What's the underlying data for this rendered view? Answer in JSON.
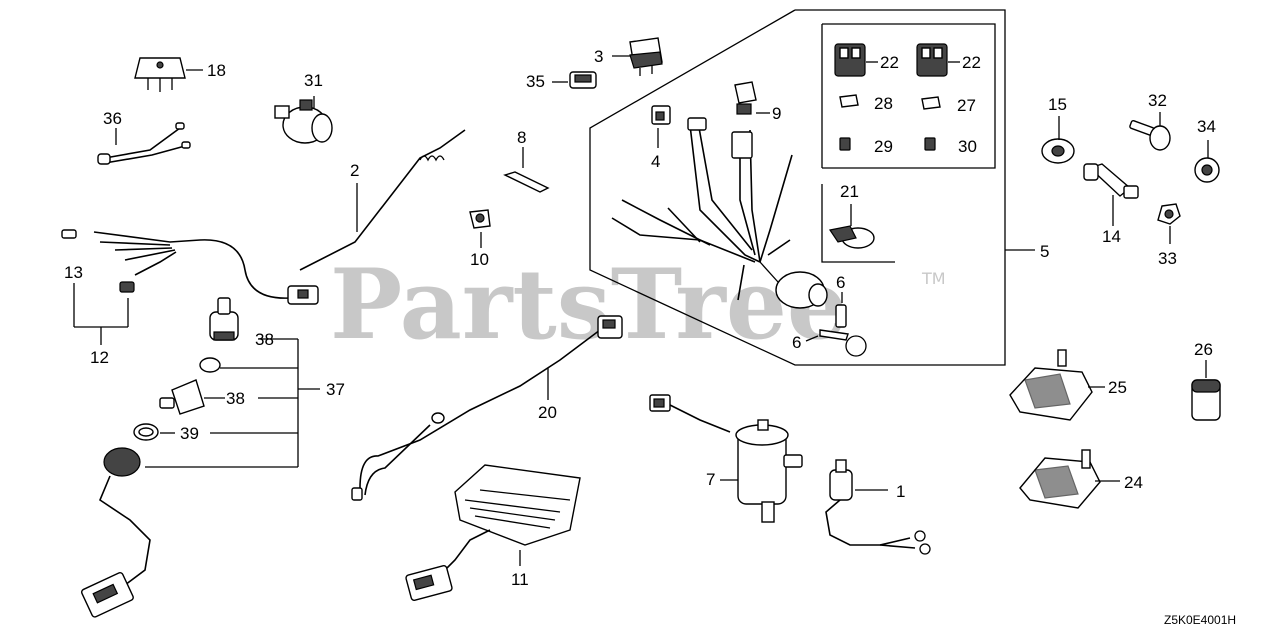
{
  "watermark": {
    "text": "PartsTree",
    "trademark": "TM"
  },
  "diagram_code": "Z5K0E4001H",
  "callouts": [
    {
      "id": "c1",
      "label": "1"
    },
    {
      "id": "c2",
      "label": "2"
    },
    {
      "id": "c3",
      "label": "3"
    },
    {
      "id": "c4",
      "label": "4"
    },
    {
      "id": "c5",
      "label": "5"
    },
    {
      "id": "c6a",
      "label": "6"
    },
    {
      "id": "c6b",
      "label": "6"
    },
    {
      "id": "c7",
      "label": "7"
    },
    {
      "id": "c8",
      "label": "8"
    },
    {
      "id": "c9",
      "label": "9"
    },
    {
      "id": "c10",
      "label": "10"
    },
    {
      "id": "c11",
      "label": "11"
    },
    {
      "id": "c12",
      "label": "12"
    },
    {
      "id": "c13",
      "label": "13"
    },
    {
      "id": "c14",
      "label": "14"
    },
    {
      "id": "c15",
      "label": "15"
    },
    {
      "id": "c18",
      "label": "18"
    },
    {
      "id": "c20",
      "label": "20"
    },
    {
      "id": "c21",
      "label": "21"
    },
    {
      "id": "c22a",
      "label": "22"
    },
    {
      "id": "c22b",
      "label": "22"
    },
    {
      "id": "c24",
      "label": "24"
    },
    {
      "id": "c25",
      "label": "25"
    },
    {
      "id": "c26",
      "label": "26"
    },
    {
      "id": "c27",
      "label": "27"
    },
    {
      "id": "c28",
      "label": "28"
    },
    {
      "id": "c29",
      "label": "29"
    },
    {
      "id": "c30",
      "label": "30"
    },
    {
      "id": "c31",
      "label": "31"
    },
    {
      "id": "c32",
      "label": "32"
    },
    {
      "id": "c33",
      "label": "33"
    },
    {
      "id": "c34",
      "label": "34"
    },
    {
      "id": "c35",
      "label": "35"
    },
    {
      "id": "c36",
      "label": "36"
    },
    {
      "id": "c37",
      "label": "37"
    },
    {
      "id": "c38a",
      "label": "38"
    },
    {
      "id": "c38b",
      "label": "38"
    },
    {
      "id": "c39",
      "label": "39"
    }
  ]
}
